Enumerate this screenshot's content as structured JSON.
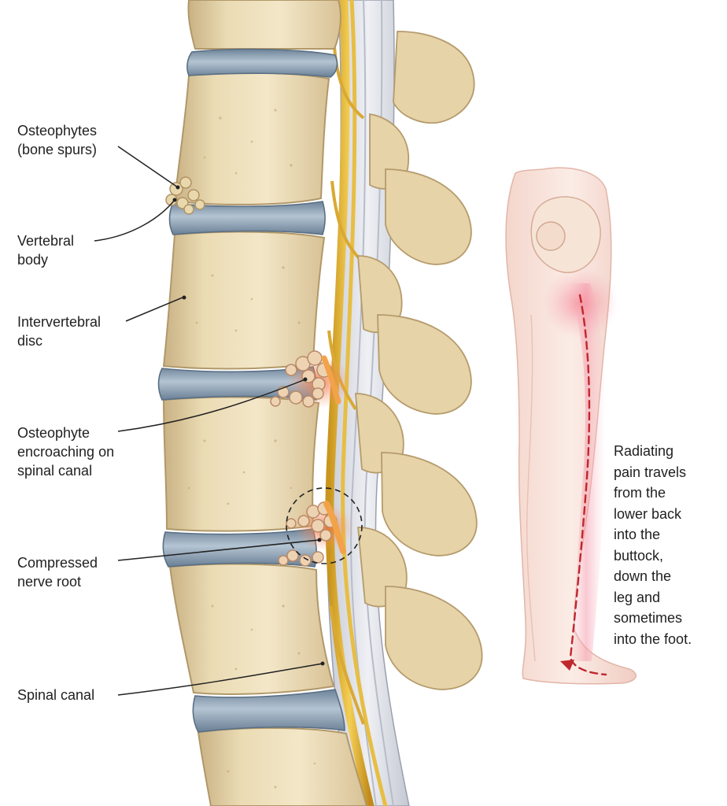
{
  "labels": {
    "osteophytes": [
      "Osteophytes",
      "(bone spurs)"
    ],
    "vertebral_body": [
      "Vertebral",
      "body"
    ],
    "intervertebral_disc": [
      "Intervertebral",
      "disc"
    ],
    "encroaching": [
      "Osteophyte",
      "encroaching on",
      "spinal canal"
    ],
    "compressed_nerve": [
      "Compressed",
      "nerve root"
    ],
    "spinal_canal": [
      "Spinal canal"
    ]
  },
  "pain_description": [
    "Radiating",
    "pain travels",
    "from the",
    "lower back",
    "into the",
    "buttock,",
    "down the",
    "leg and",
    "sometimes",
    "into the foot."
  ],
  "colors": {
    "bone": "#ecdcb4",
    "bone_shadow": "#c9b184",
    "disc": "#8ea4b8",
    "nerve": "#e3b83c",
    "inflammation": "#f08a5a",
    "pain_path": "#c0272d",
    "leg_skin": "#f9e4dd",
    "leader_line": "#222222"
  },
  "icons": {
    "osteophyte_shape": "bone-spur-cluster",
    "compression_marker": "dashed-circle",
    "pain_direction": "arrow-head"
  }
}
